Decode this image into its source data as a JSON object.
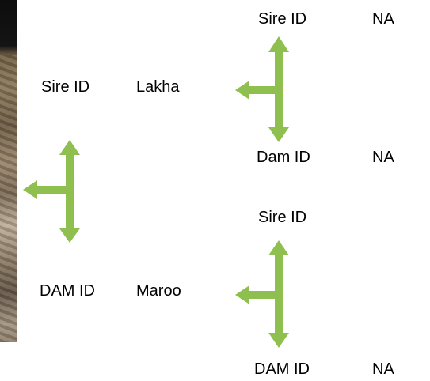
{
  "accent_color": "#8fbf4e",
  "pedigree": {
    "sire": {
      "id_label": "Sire ID",
      "id_value": "Lakha",
      "sire": {
        "label": "Sire ID",
        "value": "NA"
      },
      "dam": {
        "label": "Dam ID",
        "value": "NA"
      }
    },
    "dam": {
      "id_label": "DAM ID",
      "id_value": "Maroo",
      "sire": {
        "label": "Sire ID",
        "value": ""
      },
      "dam": {
        "label": "DAM ID",
        "value": "NA"
      }
    }
  }
}
